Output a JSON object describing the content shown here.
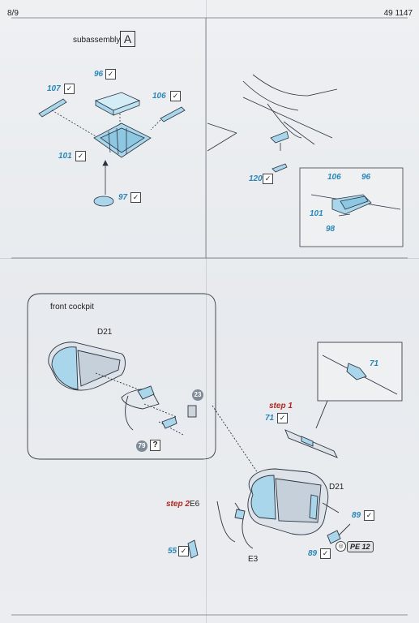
{
  "header": {
    "page": "8/9",
    "kit": "49 1147"
  },
  "panelA": {
    "title": "subassembly",
    "letter": "A",
    "parts": {
      "p96": "96",
      "p107": "107",
      "p106": "106",
      "p101": "101",
      "p97": "97"
    }
  },
  "panelB": {
    "parts": {
      "p120": "120"
    },
    "detail": {
      "p106": "106",
      "p96": "96",
      "p101": "101",
      "p98": "98"
    }
  },
  "cockpit": {
    "title": "front cockpit",
    "tub": "D21",
    "dot23": "23",
    "dot79": "79",
    "question": "?"
  },
  "steps": {
    "step1": "step 1",
    "step2": "step 2",
    "p71": "71",
    "p71_callout": "71",
    "e6": "E6",
    "d21": "D21",
    "e3": "E3",
    "p89a": "89",
    "p89b": "89",
    "p55": "55",
    "pe": "PE 12"
  },
  "colors": {
    "part_blue": "#2a86b8",
    "step_red": "#b3251e",
    "pe_fill": "#a9d6ea"
  }
}
